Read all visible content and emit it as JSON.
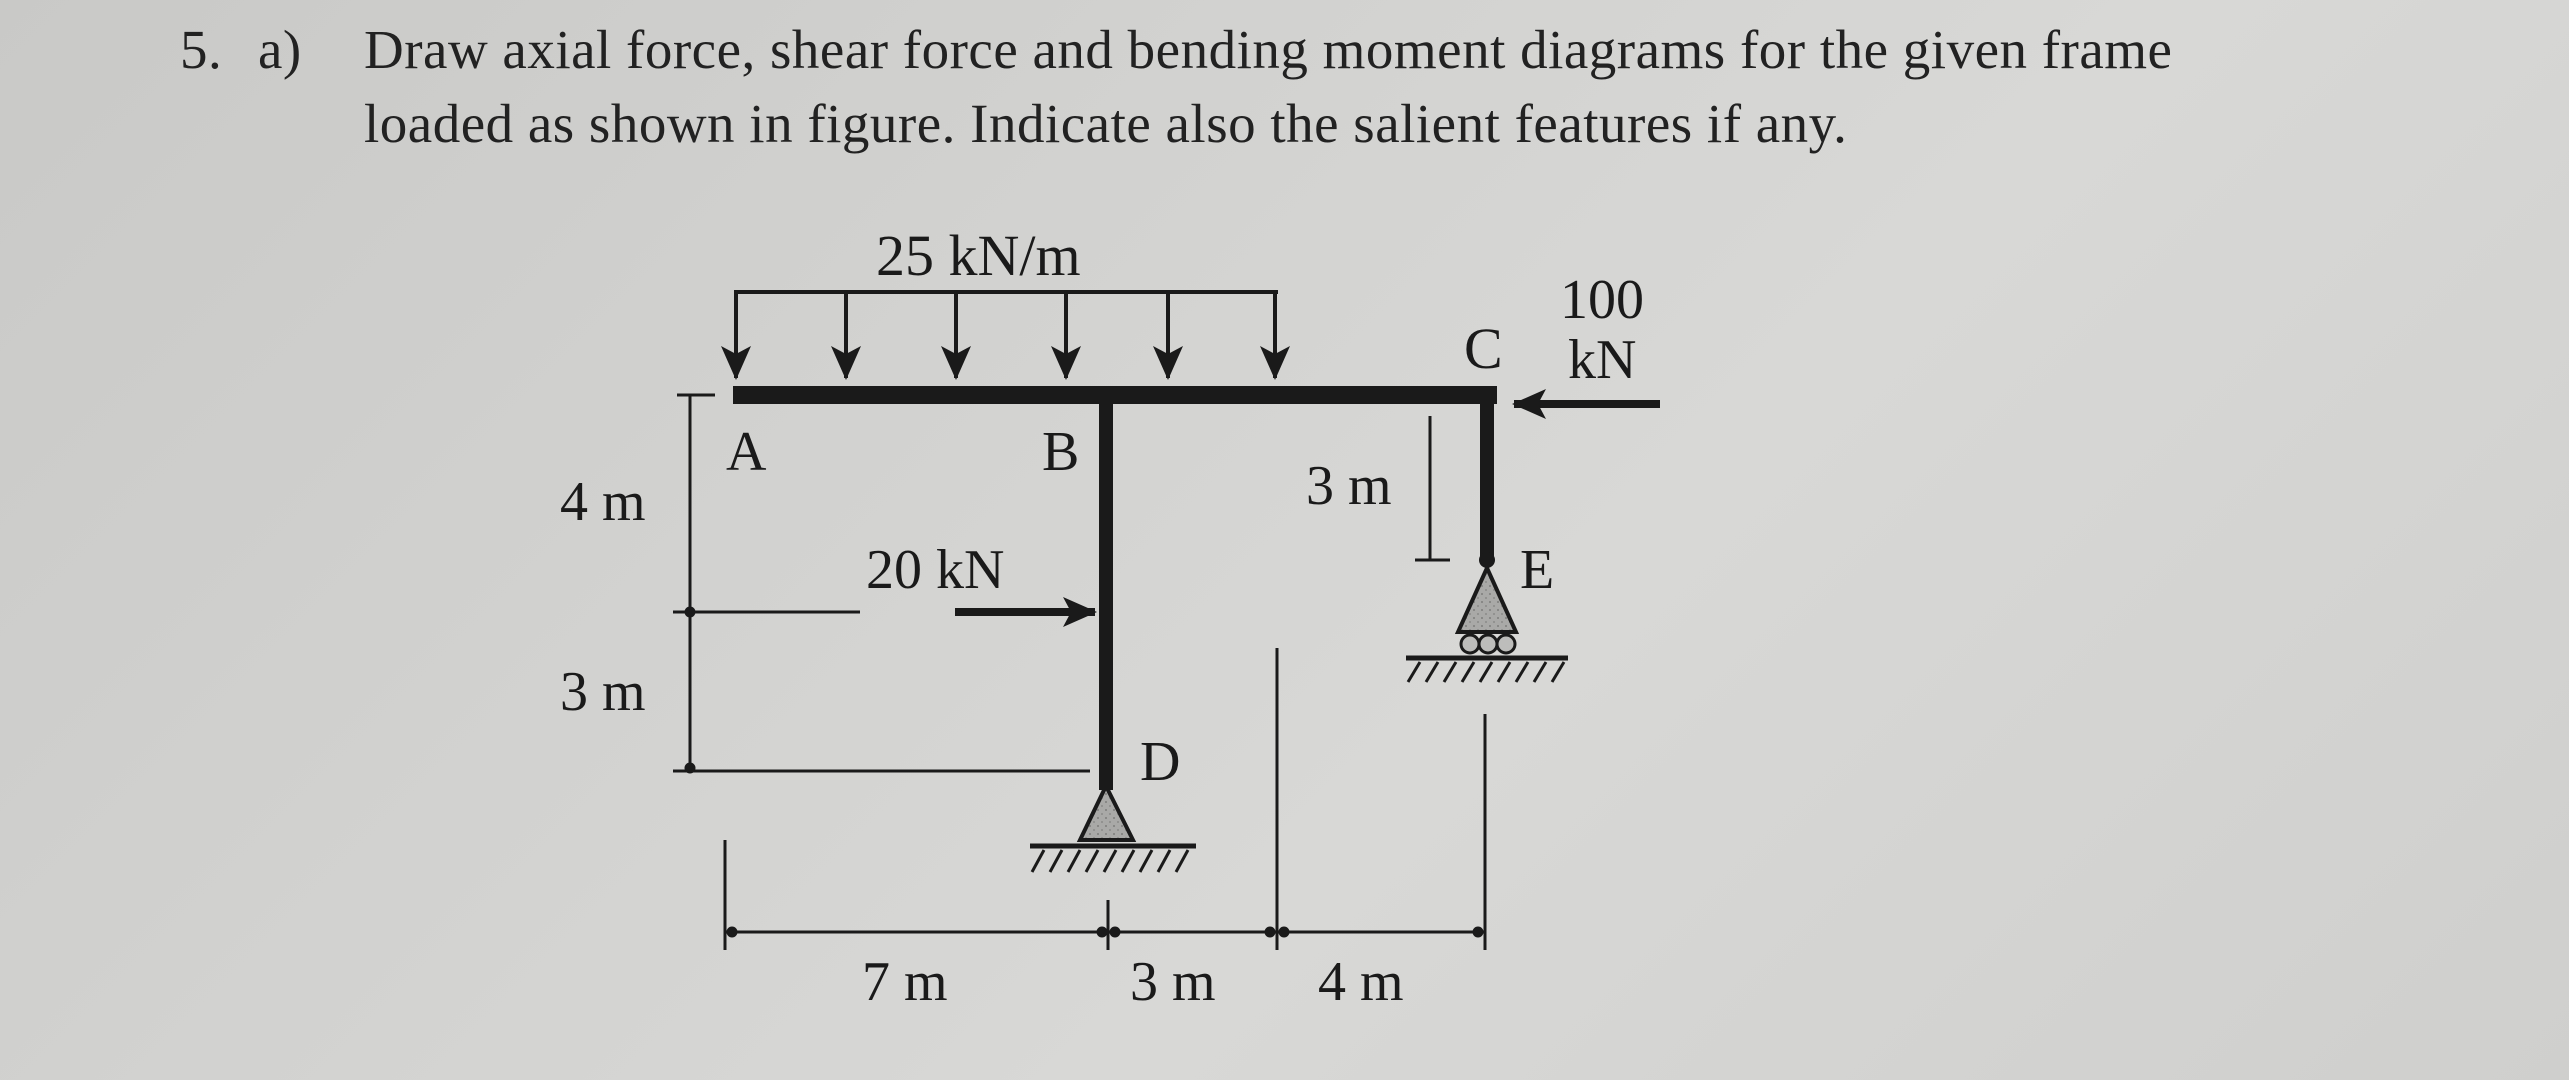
{
  "question": {
    "number": "5.",
    "part": "a)",
    "line1": "Draw axial force, shear force and bending moment diagrams for the given frame",
    "line2": "loaded as shown in figure. Indicate also the salient features if any."
  },
  "figure": {
    "nodes": {
      "A": "A",
      "B": "B",
      "C": "C",
      "D": "D",
      "E": "E"
    },
    "loads": {
      "udl": "25 kN/m",
      "point_horizontal_BD": "20 kN",
      "point_at_C_value": "100",
      "point_at_C_unit": "kN"
    },
    "dimensions": {
      "left_upper": "4 m",
      "left_lower": "3 m",
      "CE_height": "3 m",
      "bottom_1": "7 m",
      "bottom_2": "3 m",
      "bottom_3": "4 m"
    },
    "supports": {
      "D": "pin-support",
      "E": "roller-support"
    },
    "colors": {
      "ink": "#1a1a1a",
      "paper": "#d2d2d0",
      "support_fill": "#9a9a98"
    }
  }
}
